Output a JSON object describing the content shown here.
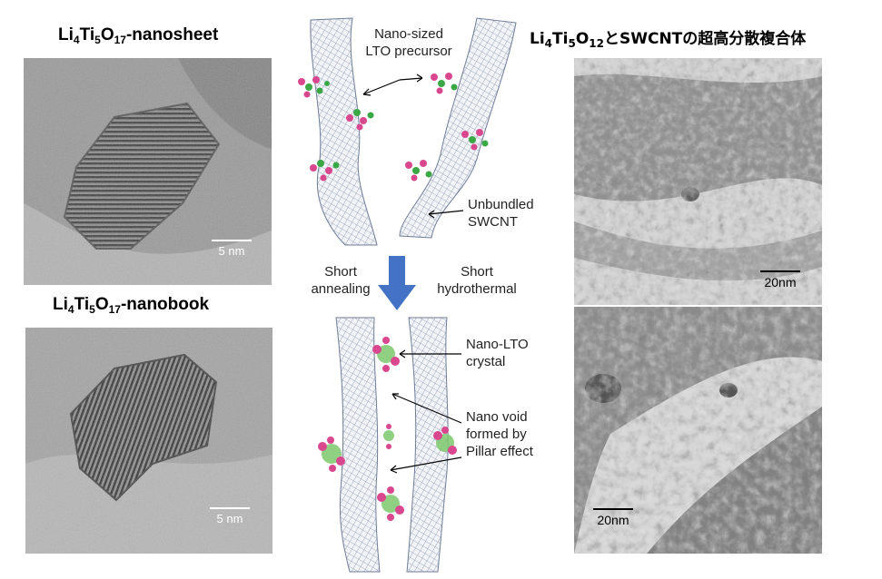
{
  "titles": {
    "nanosheet": {
      "pre": "Li",
      "s1": "4",
      "mid": "Ti",
      "s2": "5",
      "o": "O",
      "s3": "17",
      "post": "-nanosheet"
    },
    "nanobook": {
      "pre": "Li",
      "s1": "4",
      "mid": "Ti",
      "s2": "5",
      "o": "O",
      "s3": "17",
      "post": "-nanobook"
    },
    "composite": {
      "pre": "Li",
      "s1": "4",
      "mid": "Ti",
      "s2": "5",
      "o": "O",
      "s3": "12",
      "post": "とSWCNTの超高分散複合体"
    }
  },
  "scalebars": {
    "nanosheet": "5 nm",
    "nanobook": "5 nm",
    "composite_top": "20nm",
    "composite_bottom": "20nm"
  },
  "diagram": {
    "precursor_label_1": "Nano-sized",
    "precursor_label_2": "LTO precursor",
    "swcnt_label_1": "Unbundled",
    "swcnt_label_2": "SWCNT",
    "left_process_1": "Short",
    "left_process_2": "annealing",
    "right_process_1": "Short",
    "right_process_2": "hydrothermal",
    "crystal_label_1": "Nano-LTO",
    "crystal_label_2": "crystal",
    "void_label_1": "Nano void",
    "void_label_2": "formed by",
    "void_label_3": "Pillar effect"
  },
  "colors": {
    "arrow": "#4472c4",
    "precursor_pink": "#d9478f",
    "precursor_green": "#3aa845",
    "tube": "#7f8fa8"
  }
}
